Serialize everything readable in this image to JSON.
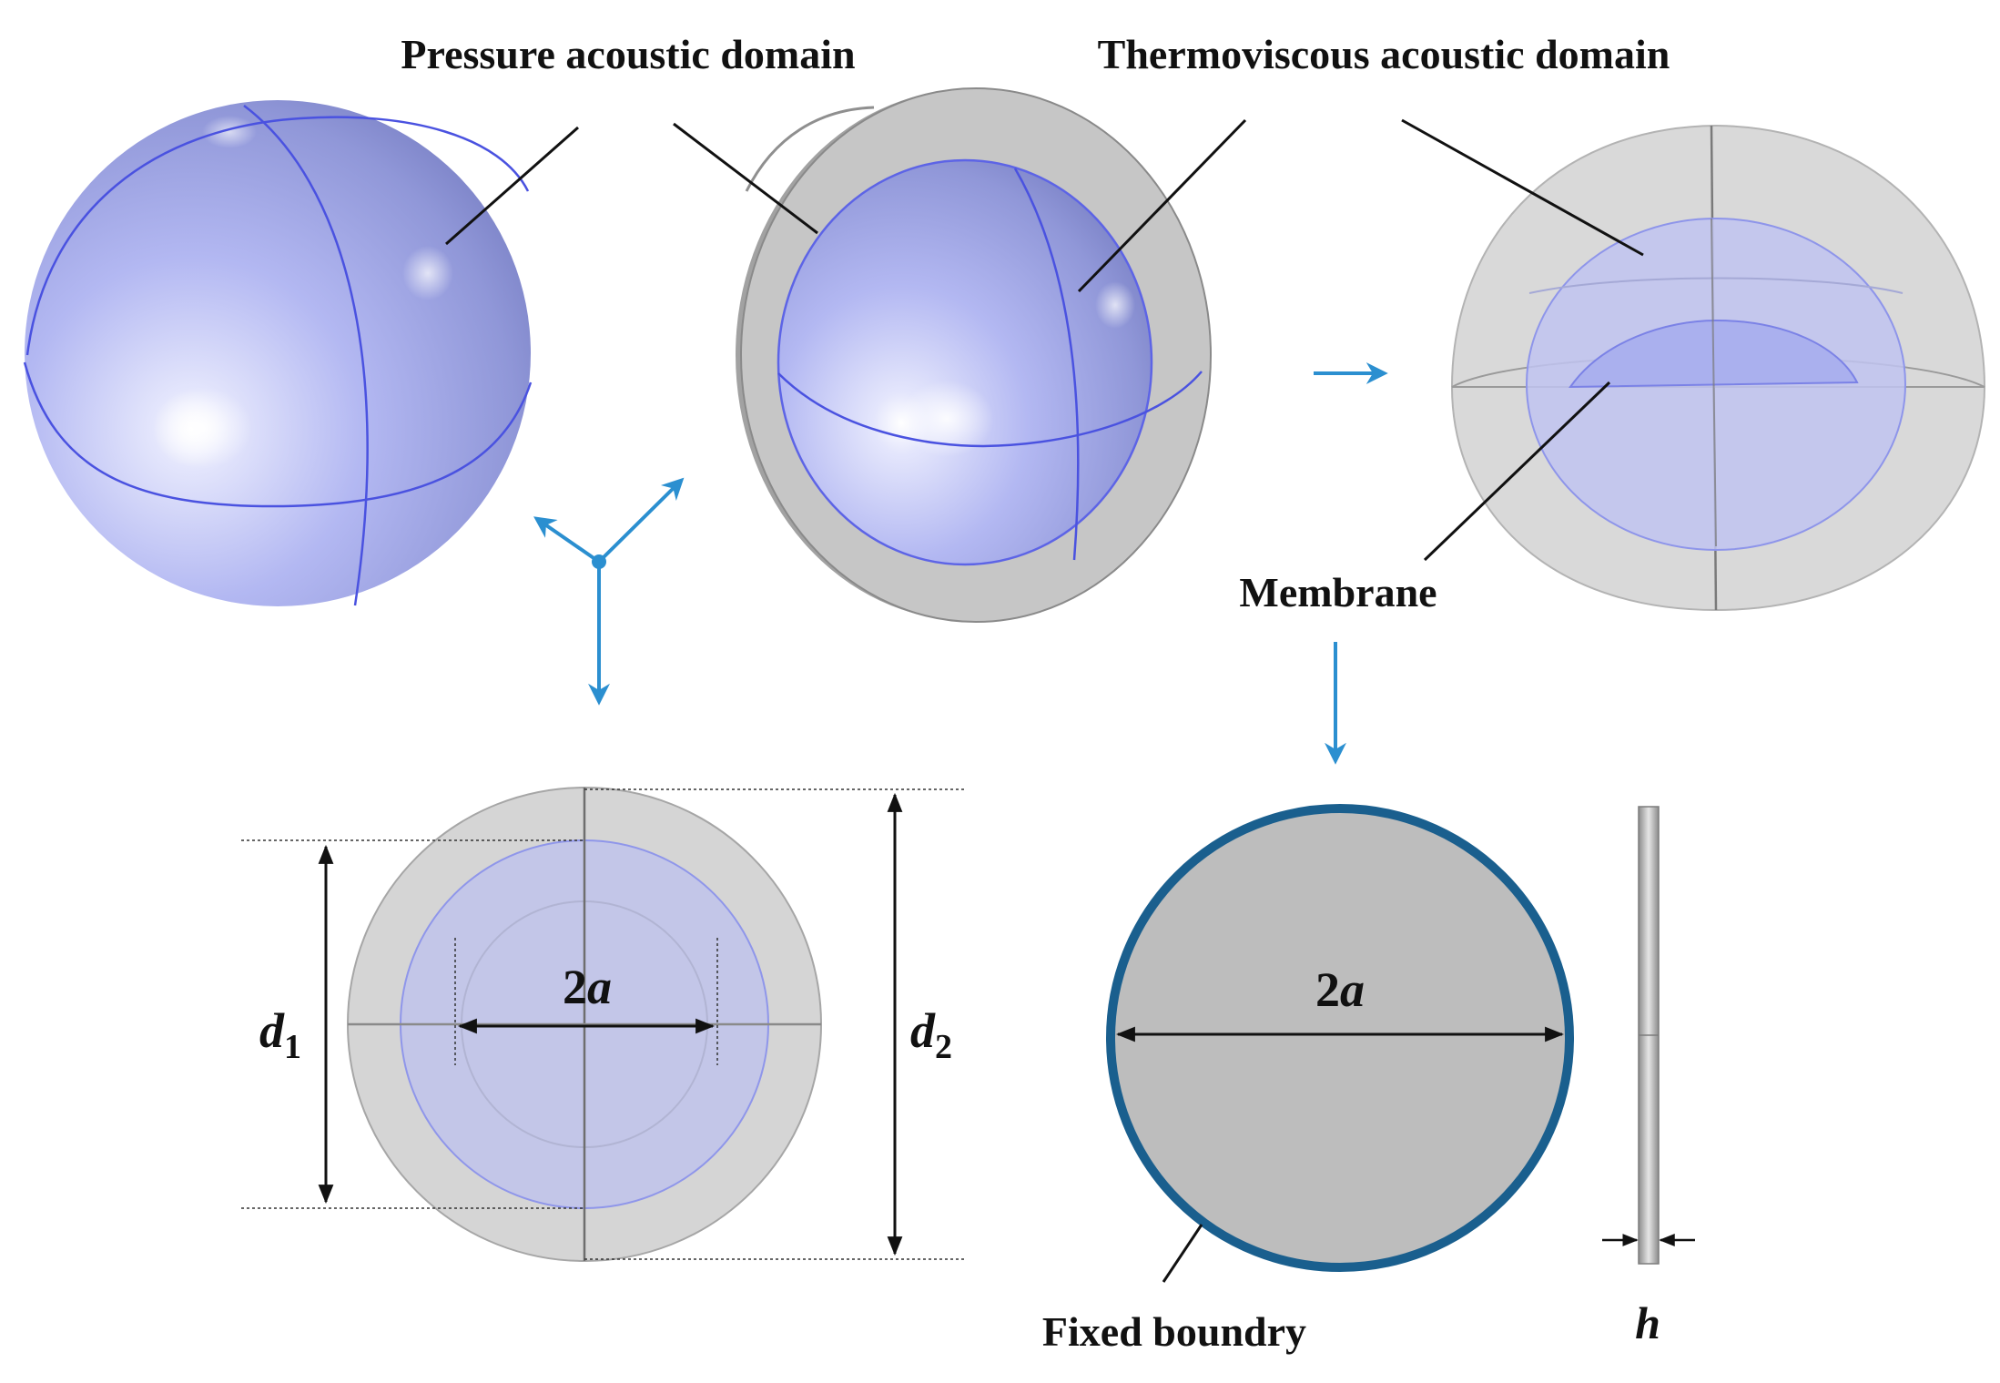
{
  "labels": {
    "pressure_domain": "Pressure acoustic domain",
    "thermoviscous_domain": "Thermoviscous acoustic domain",
    "membrane": "Membrane",
    "fixed_boundary": "Fixed boundry"
  },
  "dimensions": {
    "d1_base": "d",
    "d1_sub": "1",
    "d2_base": "d",
    "d2_sub": "2",
    "twoa_left_num": "2",
    "twoa_left_var": "a",
    "twoa_right_num": "2",
    "twoa_right_var": "a",
    "h": "h"
  },
  "colors": {
    "sphere_fill": "#aab0ee",
    "sphere_line": "#4a52e0",
    "shell_gray": "#c8c8c8",
    "arrow_blue": "#2b8fd0",
    "membrane_edge": "#1a5f8e",
    "membrane_fill": "#bdbdbd"
  }
}
